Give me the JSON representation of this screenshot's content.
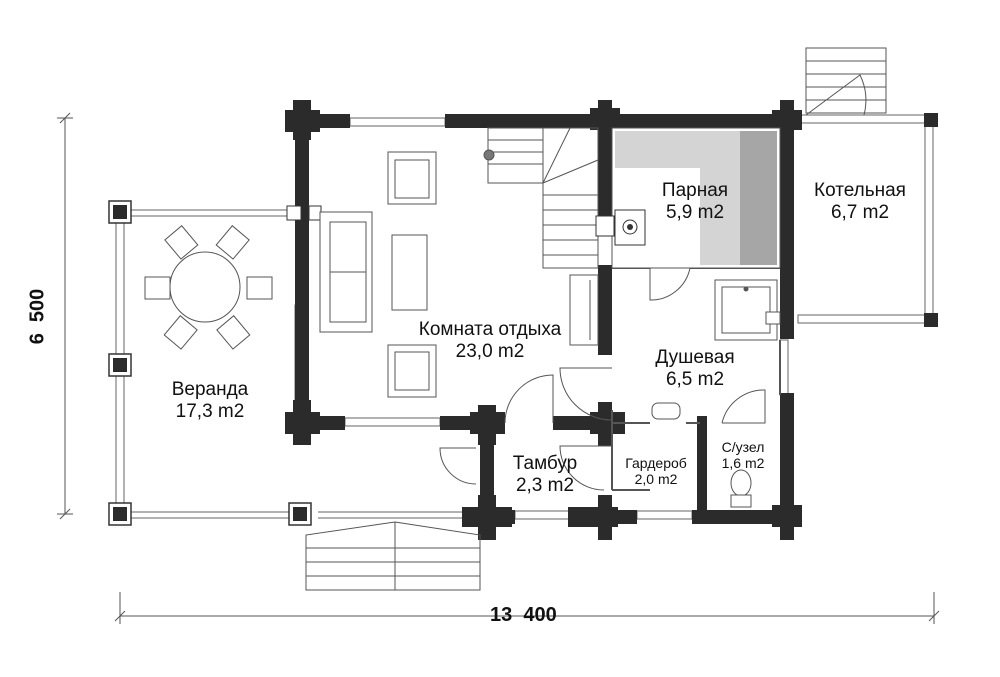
{
  "rooms": {
    "steam_room": {
      "name": "Парная",
      "area": "5,9 m2"
    },
    "boiler_room": {
      "name": "Котельная",
      "area": "6,7 m2"
    },
    "lounge": {
      "name": "Комната отдыха",
      "area": "23,0 m2"
    },
    "shower": {
      "name": "Душевая",
      "area": "6,5 m2"
    },
    "veranda": {
      "name": "Веранда",
      "area": "17,3 m2"
    },
    "vestibule": {
      "name": "Тамбур",
      "area": "2,3 m2"
    },
    "wardrobe": {
      "name": "Гардероб",
      "area": "2,0 m2"
    },
    "wc": {
      "name": "С/узел",
      "area": "1,6 m2"
    }
  },
  "dimensions": {
    "width": "13  400",
    "depth": "6  500"
  },
  "colors": {
    "wall": "#2b2b2b",
    "sauna_bench_dark": "#a6a6a6",
    "sauna_bench_light": "#d4d4d4",
    "line": "#555555"
  }
}
